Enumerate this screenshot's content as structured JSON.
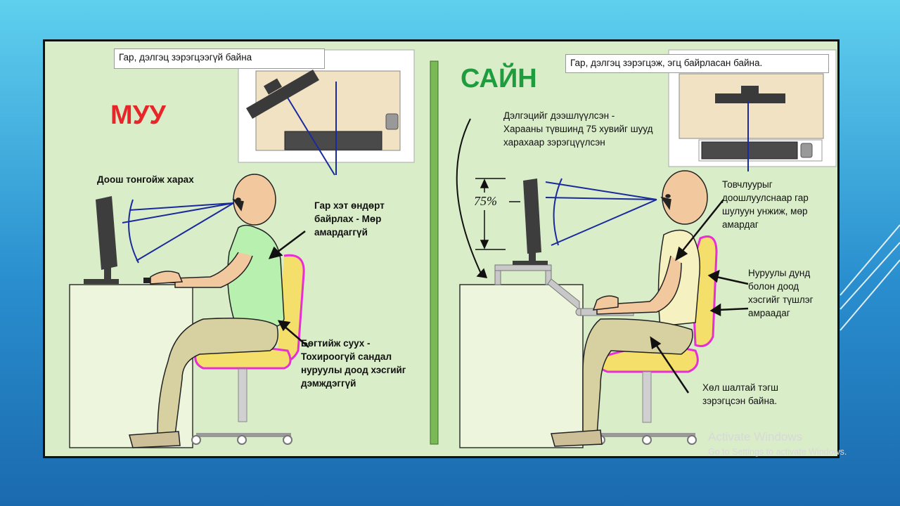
{
  "bad": {
    "title": "МУУ",
    "box_caption": "Гар, дэлгэц зэрэгцээгүй байна",
    "look_down": "Доош тонгойж харах",
    "hands_high": [
      "Гар хэт өндөрт",
      "байрлах - Мөр",
      "амардаггүй"
    ],
    "slouch": [
      "Бөгтийж суух -",
      "Тохироогүй сандал",
      "нуруулы доод хэсгийг",
      "дэмждэггүй"
    ]
  },
  "good": {
    "title": "САЙН",
    "box_caption": "Гар, дэлгэц зэрэгцэж, эгц байрласан байна.",
    "monitor_note": [
      "Дэлгэцийг дээшлүүлсэн -",
      "Хараaны түвшинд 75 хувийг шууд",
      "харахаар зэрэгцүүлсэн"
    ],
    "percent": "75%",
    "keyboard_note": [
      "Товчлуурыг",
      "доошлуулснаар гар",
      "шулуун унжиж, мөр",
      "амардаг"
    ],
    "back_note": [
      "Нуруулы дунд",
      "болон доод",
      "хэсгийг түшлэг",
      "амраадаг"
    ],
    "legs_note": [
      "Хөл шалтай тэгш",
      "зэрэгцсэн байна."
    ]
  },
  "watermark": {
    "line1": "Activate Windows",
    "line2": "Go to Settings to activate Windows."
  },
  "colors": {
    "bad_title": "#e8262a",
    "good_title": "#1f9d3e",
    "poster_bg": "#d9edc9",
    "chair_outline": "#e62fd6",
    "sight_lines": "#1a2a9c"
  }
}
